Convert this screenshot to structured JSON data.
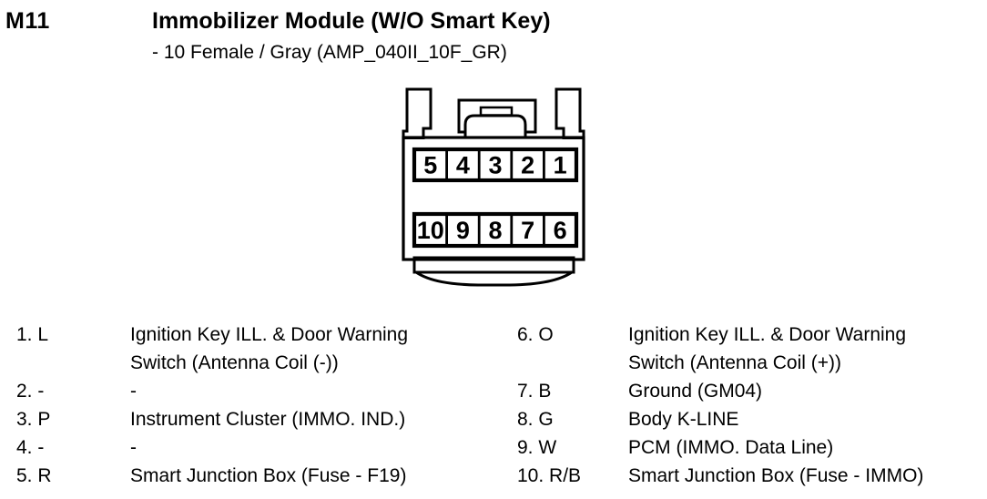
{
  "header": {
    "code": "M11",
    "title": "Immobilizer Module (W/O Smart Key)",
    "subtitle": "- 10 Female / Gray (AMP_040II_10F_GR)"
  },
  "connector": {
    "top_row": [
      "5",
      "4",
      "3",
      "2",
      "1"
    ],
    "bottom_row": [
      "10",
      "9",
      "8",
      "7",
      "6"
    ]
  },
  "pins_left": [
    {
      "label": "1. L",
      "desc": "Ignition Key ILL. & Door Warning\nSwitch (Antenna Coil (-))"
    },
    {
      "label": "2. -",
      "desc": "-"
    },
    {
      "label": "3. P",
      "desc": "Instrument Cluster (IMMO. IND.)"
    },
    {
      "label": "4. -",
      "desc": "-"
    },
    {
      "label": "5. R",
      "desc": "Smart Junction Box (Fuse - F19)"
    }
  ],
  "pins_right": [
    {
      "label": "6. O",
      "desc": "Ignition Key ILL. & Door Warning\nSwitch (Antenna Coil (+))"
    },
    {
      "label": "7. B",
      "desc": "Ground (GM04)"
    },
    {
      "label": "8. G",
      "desc": "Body K-LINE"
    },
    {
      "label": "9. W",
      "desc": "PCM (IMMO. Data Line)"
    },
    {
      "label": "10. R/B",
      "desc": "Smart Junction Box (Fuse - IMMO)"
    }
  ],
  "colors": {
    "ink": "#000000",
    "background": "#ffffff"
  }
}
